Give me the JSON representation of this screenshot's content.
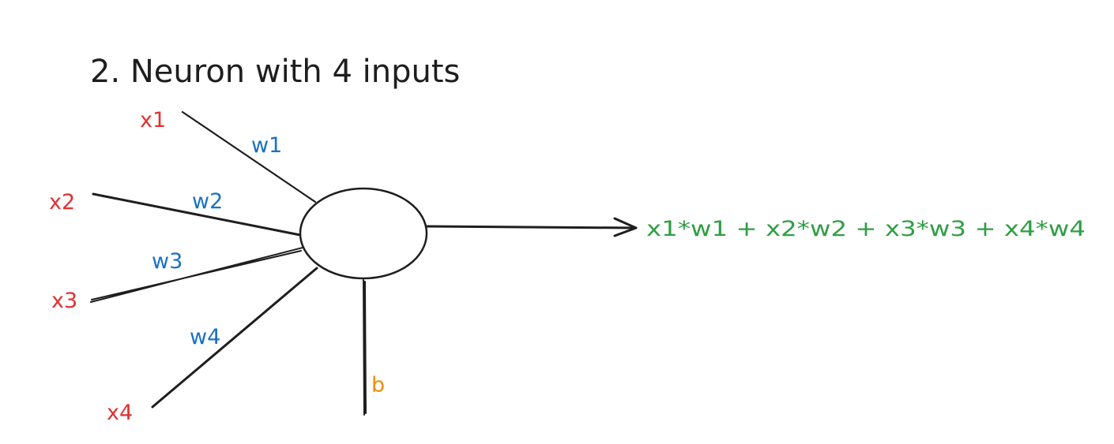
{
  "title": "2. Neuron with 4 inputs",
  "inputs": [
    {
      "x_label": "x1",
      "w_label": "w1"
    },
    {
      "x_label": "x2",
      "w_label": "w2"
    },
    {
      "x_label": "x3",
      "w_label": "w3"
    },
    {
      "x_label": "x4",
      "w_label": "w4"
    }
  ],
  "bias_label": "b",
  "output_label": "x1*w1 + x2*w2 + x3*w3 + x4*w4",
  "colors": {
    "stroke": "#1e1e1e",
    "input": "#e03131",
    "weight": "#1971c2",
    "bias": "#f08c00",
    "output": "#2f9e44"
  }
}
